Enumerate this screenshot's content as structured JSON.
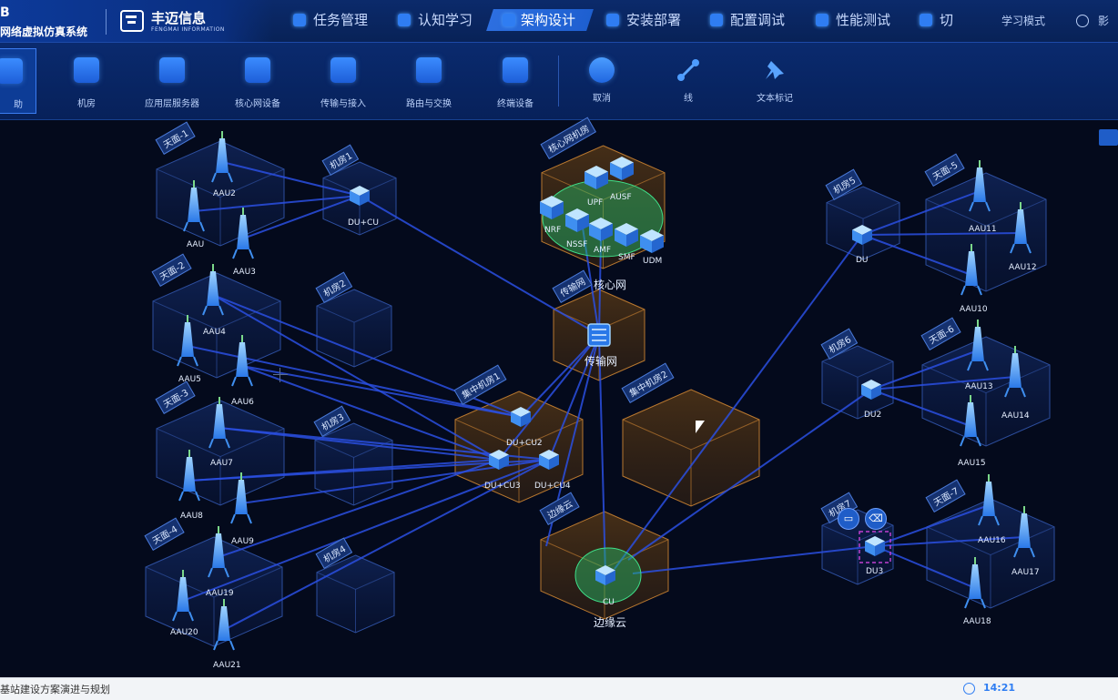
{
  "brand": {
    "system_line1": "B",
    "system_line2": "网络虚拟仿真系统",
    "company": "丰迈信息",
    "company_en": "FENGMAI INFORMATION"
  },
  "nav": {
    "items": [
      {
        "label": "任务管理"
      },
      {
        "label": "认知学习"
      },
      {
        "label": "架构设计",
        "active": true
      },
      {
        "label": "安装部署"
      },
      {
        "label": "配置调试"
      },
      {
        "label": "性能测试"
      },
      {
        "label": "切"
      }
    ],
    "mode": "学习模式",
    "user": "影"
  },
  "toolbar": {
    "tools": [
      {
        "label": "助",
        "icon": "move-icon",
        "active": true
      },
      {
        "label": "机房",
        "icon": "server-room-icon"
      },
      {
        "label": "应用层服务器",
        "icon": "app-server-icon"
      },
      {
        "label": "核心网设备",
        "icon": "core-device-icon"
      },
      {
        "label": "传输与接入",
        "icon": "transport-icon"
      },
      {
        "label": "路由与交换",
        "icon": "router-icon"
      },
      {
        "label": "终端设备",
        "icon": "terminal-icon"
      },
      {
        "label": "取消",
        "icon": "undo-icon"
      },
      {
        "label": "线",
        "icon": "line-icon"
      },
      {
        "label": "文本标记",
        "icon": "pin-icon"
      }
    ]
  },
  "canvas": {
    "areas": [
      {
        "id": "tianmian1",
        "label": "天面-1"
      },
      {
        "id": "jifang1",
        "label": "机房1"
      },
      {
        "id": "tianmian2",
        "label": "天面-2"
      },
      {
        "id": "jifang2",
        "label": "机房2"
      },
      {
        "id": "tianmian3",
        "label": "天面-3"
      },
      {
        "id": "jifang3",
        "label": "机房3"
      },
      {
        "id": "tianmian4",
        "label": "天面-4"
      },
      {
        "id": "jifang4",
        "label": "机房4"
      },
      {
        "id": "core",
        "label": "核心网机房"
      },
      {
        "id": "transport",
        "label": "传输网"
      },
      {
        "id": "jizhong1",
        "label": "集中机房1"
      },
      {
        "id": "jizhong2",
        "label": "集中机房2"
      },
      {
        "id": "edge",
        "label": "边缘云"
      },
      {
        "id": "jifang5",
        "label": "机房5"
      },
      {
        "id": "tianmian5",
        "label": "天面-5"
      },
      {
        "id": "jifang6",
        "label": "机房6"
      },
      {
        "id": "tianmian6",
        "label": "天面-6"
      },
      {
        "id": "jifang7",
        "label": "机房7"
      },
      {
        "id": "tianmian7",
        "label": "天面-7"
      }
    ],
    "aau": [
      "AAU2",
      "AAU",
      "AAU3",
      "AAU4",
      "AAU5",
      "AAU6",
      "AAU7",
      "AAU8",
      "AAU9",
      "AAU19",
      "AAU20",
      "AAU21",
      "AAU11",
      "AAU12",
      "AAU10",
      "AAU13",
      "AAU14",
      "AAU15",
      "AAU16",
      "AAU17",
      "AAU18"
    ],
    "units": [
      "DU+CU",
      "DU+CU2",
      "DU+CU3",
      "DU+CU4",
      "DU",
      "DU2",
      "DU3",
      "CU"
    ],
    "core_nfs": [
      "UPF",
      "AUSF",
      "NRF",
      "NSSF",
      "AMF",
      "SMF",
      "UDM"
    ],
    "core_caption": "核心网",
    "transport_caption": "传输网",
    "edge_caption": "边缘云"
  },
  "status": {
    "text": "基站建设方案演进与规划",
    "clock": "14:21"
  },
  "colors": {
    "background": "#040a1c",
    "accent": "#2f7df2",
    "link": "#2a4fe0",
    "orange_room": "#a86a2a",
    "green_cloud": "#28c26a"
  }
}
